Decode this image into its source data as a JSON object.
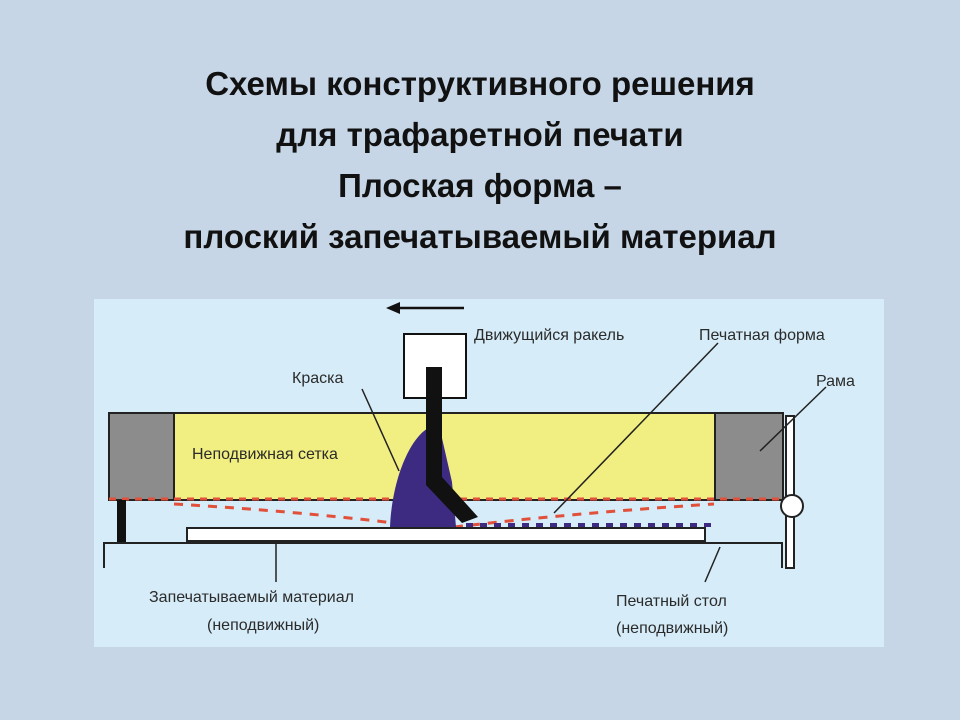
{
  "slide": {
    "title_lines": [
      "Схемы конструктивного решения",
      "для трафаретной печати",
      "Плоская форма –",
      "плоский запечатываемый материал"
    ]
  },
  "diagram": {
    "labels": {
      "squeegee": "Движущийся ракель",
      "printing_form": "Печатная форма",
      "ink": "Краска",
      "frame": "Рама",
      "mesh": "Неподвижная сетка",
      "substrate_line1": "Запечатываемый материал",
      "substrate_line2": "(неподвижный)",
      "table_line1": "Печатный стол",
      "table_line2": "(неподвижный)"
    },
    "icons": [
      "motion-arrow-left-icon"
    ],
    "colors": {
      "background": "#c6d6e6",
      "diagram_bg": "#d6ecf8",
      "mesh_fill": "#f2ef82",
      "frame_fill": "#8c8c8c",
      "ink": "#3d2b82",
      "squeegee": "#111111",
      "dash_red": "#e0503a",
      "dash_blue": "#3d2b82"
    }
  }
}
